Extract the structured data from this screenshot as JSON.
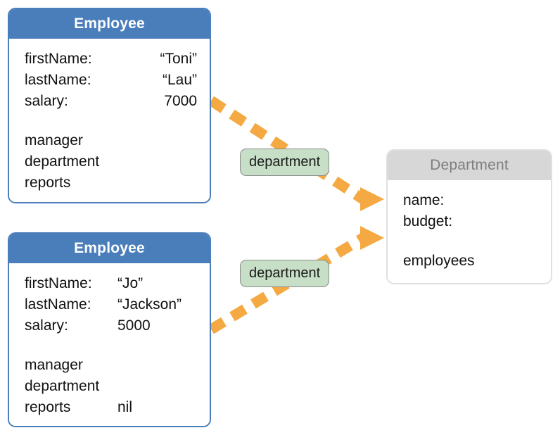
{
  "diagram": {
    "title": "Employee-Department object diagram",
    "colors": {
      "employee_header": "#4A7EBB",
      "department_header": "#D7D7D7",
      "department_title_text": "#7E7E7E",
      "arrow": "#F4A942",
      "label_fill": "#C7DFC6",
      "label_border": "#8C8C8C",
      "box_background": "#FFFFFF"
    },
    "objects": [
      {
        "id": "employee-toni",
        "title": "Employee",
        "slots": [
          {
            "name": "firstName:",
            "value": "“Toni”"
          },
          {
            "name": "lastName:",
            "value": "“Lau”"
          },
          {
            "name": "salary:",
            "value": "7000"
          },
          {
            "name": "",
            "value": ""
          },
          {
            "name": "manager",
            "value": ""
          },
          {
            "name": "department",
            "value": ""
          },
          {
            "name": "reports",
            "value": ""
          }
        ]
      },
      {
        "id": "employee-jo",
        "title": "Employee",
        "slots": [
          {
            "name": "firstName:",
            "value": "“Jo”"
          },
          {
            "name": "lastName:",
            "value": "“Jackson”"
          },
          {
            "name": "salary:",
            "value": "5000"
          },
          {
            "name": "",
            "value": ""
          },
          {
            "name": "manager",
            "value": ""
          },
          {
            "name": "department",
            "value": ""
          },
          {
            "name": "reports",
            "value": "nil"
          }
        ]
      },
      {
        "id": "department",
        "title": "Department",
        "slots": [
          {
            "name": "name:",
            "value": ""
          },
          {
            "name": "budget:",
            "value": ""
          },
          {
            "name": "",
            "value": ""
          },
          {
            "name": "employees",
            "value": ""
          }
        ]
      }
    ],
    "edges": [
      {
        "id": "edge-top",
        "label": "department",
        "from": "employee-toni",
        "to": "department"
      },
      {
        "id": "edge-bottom",
        "label": "department",
        "from": "employee-jo",
        "to": "department"
      }
    ]
  }
}
